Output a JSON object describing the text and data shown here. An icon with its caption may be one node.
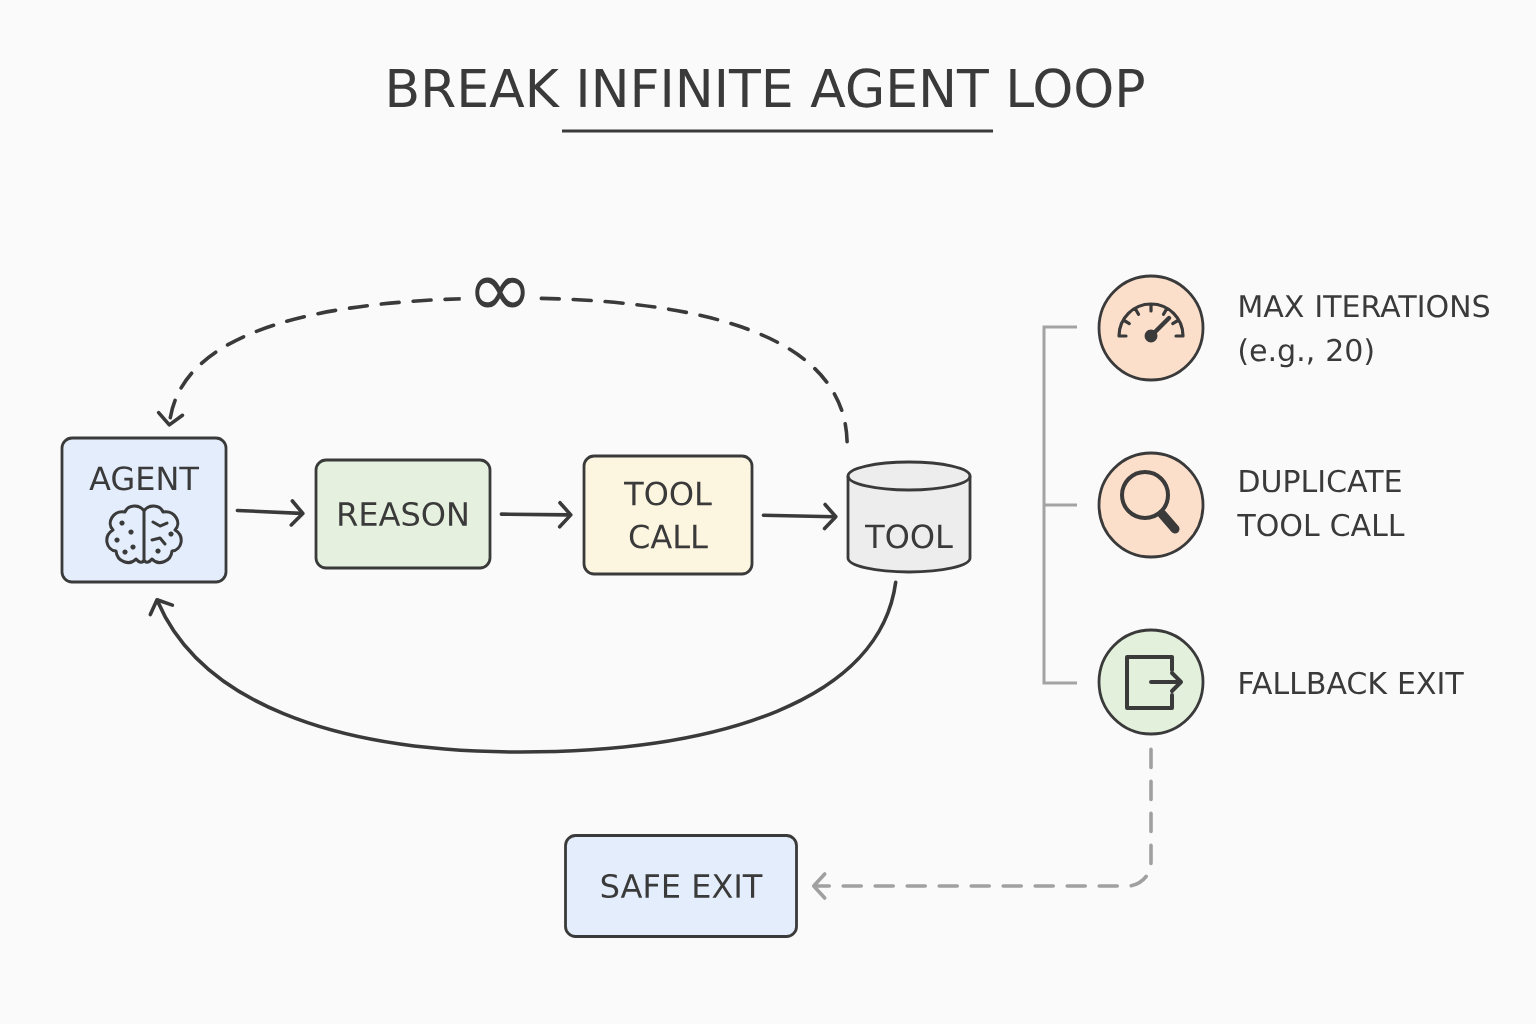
{
  "diagram": {
    "title": "BREAK INFINITE AGENT LOOP",
    "nodes": [
      {
        "text": [
          "AGENT"
        ]
      },
      {
        "text": [
          "REASON"
        ]
      },
      {
        "text": [
          "TOOL CALL"
        ]
      },
      {
        "text": [
          "TOOL"
        ]
      },
      {
        "text": [],
        "shape": "circle",
        "beside": [
          "MAX ITERATIONS (e.g., 20)"
        ]
      },
      {
        "text": [],
        "shape": "circle",
        "beside": [
          "DUPLICATE TOOL CALL"
        ]
      },
      {
        "text": [],
        "shape": "circle",
        "beside": [
          "FALLBACK EXIT"
        ]
      },
      {
        "text": [
          "SAFE EXIT"
        ]
      }
    ],
    "edges": [
      {
        "from": 0,
        "to": 1,
        "arrow": "to"
      },
      {
        "from": 1,
        "to": 2,
        "arrow": "to"
      },
      {
        "from": 2,
        "to": 3,
        "arrow": "to"
      },
      {
        "from": 3,
        "to": 0,
        "arrow": "to"
      },
      {
        "from": 3,
        "to": 0,
        "arrow": "to",
        "style": "dashed",
        "label": "∞"
      },
      {
        "from": 6,
        "to": 7,
        "arrow": "to",
        "style": "dashed",
        "color": "#a0a0a0"
      }
    ]
  }
}
